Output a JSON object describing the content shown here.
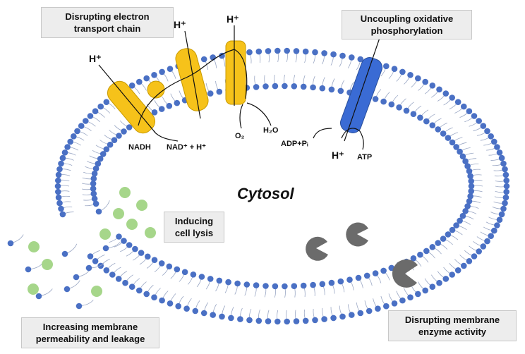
{
  "labels": {
    "etc": [
      "Disrupting electron",
      "transport chain"
    ],
    "uncoupling": [
      "Uncoupling oxidative",
      "phosphorylation"
    ],
    "lysis": [
      "Inducing",
      "cell lysis"
    ],
    "permeability": [
      "Increasing membrane",
      "permeability and leakage"
    ],
    "enzyme": [
      "Disrupting membrane",
      "enzyme activity"
    ],
    "cytosol": "Cytosol"
  },
  "proton_labels": [
    "H⁺",
    "H⁺",
    "H⁺",
    "H⁺"
  ],
  "chemicals": {
    "nadh": "NADH",
    "nad": "NAD⁺ + H⁺",
    "o2": "O₂",
    "h2o": "H₂O",
    "adp": "ADP+Pᵢ",
    "atp": "ATP"
  },
  "colors": {
    "lipid_head": "#4a70c4",
    "complex_yellow": "#f6c21a",
    "atp_synthase_blue": "#3a6bd4",
    "vesicle_green": "#a6d68a",
    "enzyme_grey": "#6b6b6b",
    "box_fill": "#ededed"
  }
}
